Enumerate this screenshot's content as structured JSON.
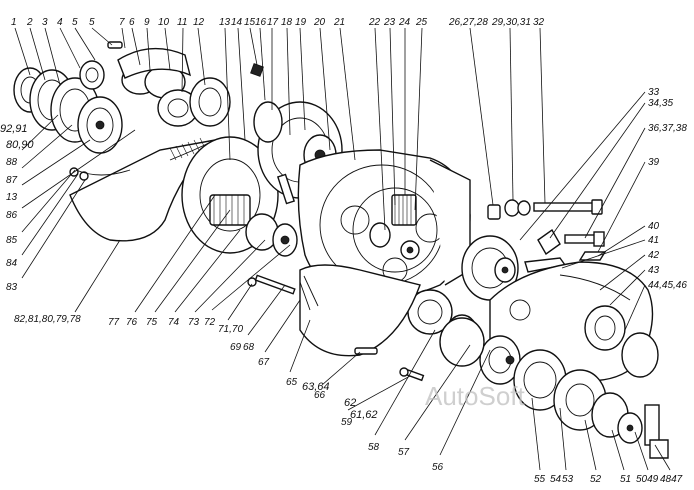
{
  "diagram": {
    "watermark": "AutoSoft",
    "labels": [
      {
        "id": "l1",
        "text": "1"
      },
      {
        "id": "l2",
        "text": "2"
      },
      {
        "id": "l3",
        "text": "3"
      },
      {
        "id": "l4",
        "text": "4"
      },
      {
        "id": "l5",
        "text": "5"
      },
      {
        "id": "l6",
        "text": "5"
      },
      {
        "id": "l7",
        "text": "7"
      },
      {
        "id": "l8",
        "text": "6"
      },
      {
        "id": "l9",
        "text": "9"
      },
      {
        "id": "l10",
        "text": "10"
      },
      {
        "id": "l11",
        "text": "11"
      },
      {
        "id": "l12",
        "text": "12"
      },
      {
        "id": "l13",
        "text": "13"
      },
      {
        "id": "l14",
        "text": "14"
      },
      {
        "id": "l15",
        "text": "15"
      },
      {
        "id": "l16",
        "text": "16"
      },
      {
        "id": "l17",
        "text": "17"
      },
      {
        "id": "l18",
        "text": "18"
      },
      {
        "id": "l19",
        "text": "19"
      },
      {
        "id": "l20",
        "text": "20"
      },
      {
        "id": "l21",
        "text": "21"
      },
      {
        "id": "l22",
        "text": "22"
      },
      {
        "id": "l23",
        "text": "23"
      },
      {
        "id": "l24",
        "text": "24"
      },
      {
        "id": "l25",
        "text": "25"
      },
      {
        "id": "l26",
        "text": "26,27,28"
      },
      {
        "id": "l29",
        "text": "29,30,31"
      },
      {
        "id": "l32",
        "text": "32"
      },
      {
        "id": "l33",
        "text": "33"
      },
      {
        "id": "l34",
        "text": "34,35"
      },
      {
        "id": "l36",
        "text": "36,37,38"
      },
      {
        "id": "l39",
        "text": "39"
      },
      {
        "id": "l40",
        "text": "40"
      },
      {
        "id": "l41",
        "text": "41"
      },
      {
        "id": "l42",
        "text": "42"
      },
      {
        "id": "l43",
        "text": "43"
      },
      {
        "id": "l44",
        "text": "44,45,46"
      },
      {
        "id": "l4748",
        "text": "4847"
      },
      {
        "id": "l4950",
        "text": "5049"
      },
      {
        "id": "l51",
        "text": "51"
      },
      {
        "id": "l52",
        "text": "52"
      },
      {
        "id": "l53",
        "text": "53"
      },
      {
        "id": "l54",
        "text": "54"
      },
      {
        "id": "l55",
        "text": "55"
      },
      {
        "id": "l56",
        "text": "56"
      },
      {
        "id": "l57",
        "text": "57"
      },
      {
        "id": "l58",
        "text": "58"
      },
      {
        "id": "l59",
        "text": "59"
      },
      {
        "id": "l61",
        "text": "61,62"
      },
      {
        "id": "l62",
        "text": "62"
      },
      {
        "id": "l63",
        "text": "63,64"
      },
      {
        "id": "l65",
        "text": "65"
      },
      {
        "id": "l66",
        "text": "66"
      },
      {
        "id": "l67",
        "text": "67"
      },
      {
        "id": "l68",
        "text": "68"
      },
      {
        "id": "l69",
        "text": "69"
      },
      {
        "id": "l70",
        "text": "71,70"
      },
      {
        "id": "l72",
        "text": "72"
      },
      {
        "id": "l73",
        "text": "73"
      },
      {
        "id": "l74",
        "text": "74"
      },
      {
        "id": "l75",
        "text": "75"
      },
      {
        "id": "l76",
        "text": "76"
      },
      {
        "id": "l77",
        "text": "77"
      },
      {
        "id": "l78",
        "text": "82,81,80,79,78"
      },
      {
        "id": "l83",
        "text": "83"
      },
      {
        "id": "l84",
        "text": "84"
      },
      {
        "id": "l85",
        "text": "85"
      },
      {
        "id": "l86",
        "text": "86"
      },
      {
        "id": "l13b",
        "text": "13"
      },
      {
        "id": "l87",
        "text": "87"
      },
      {
        "id": "l88",
        "text": "88"
      },
      {
        "id": "l8090",
        "text": "80,90"
      },
      {
        "id": "l9291",
        "text": "92,91"
      }
    ]
  }
}
